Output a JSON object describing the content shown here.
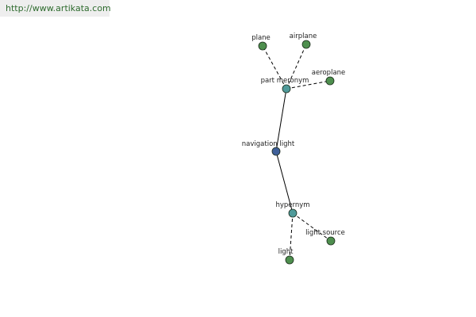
{
  "header": {
    "site_url": "http://www.artikata.com"
  },
  "graph": {
    "colors": {
      "center": "#3f5f99",
      "relation": "#4f9a9a",
      "leaf": "#4e8f4e"
    },
    "nodes": {
      "navigation_light": "navigation light",
      "part_meronym": "part meronym",
      "hypernym": "hypernym",
      "plane": "plane",
      "airplane": "airplane",
      "aeroplane": "aeroplane",
      "light": "light",
      "light_source": "light source"
    }
  }
}
